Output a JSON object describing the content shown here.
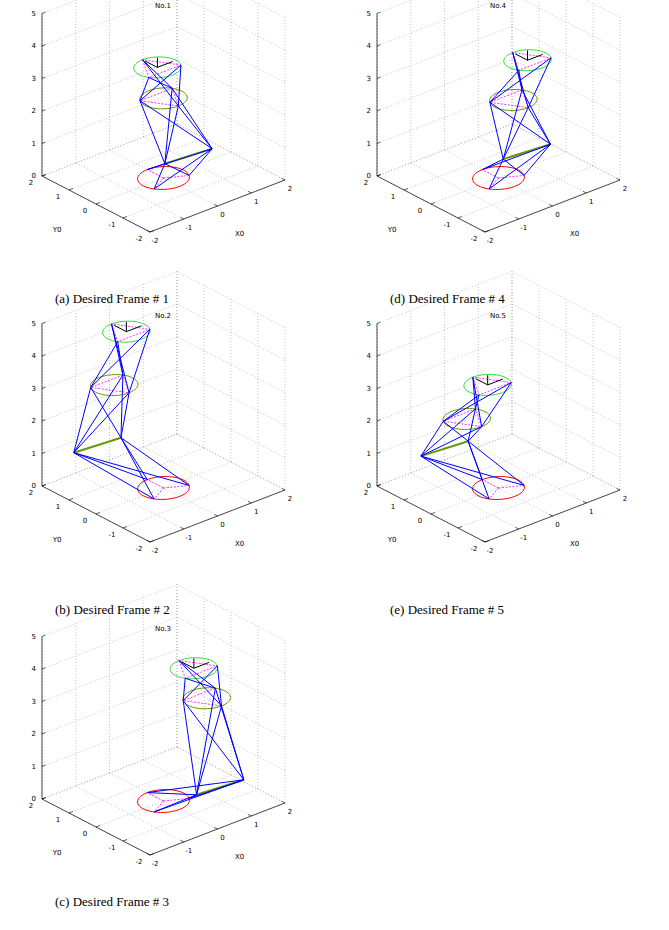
{
  "diagram": {
    "labels": [
      "No.1",
      "5",
      "4",
      "3",
      "2",
      "1",
      "0",
      "2",
      "1",
      "0",
      "-1",
      "-2",
      "Y0",
      "-2",
      "-1",
      "0",
      "1",
      "2",
      "X0",
      "(a) Desired Frame # 1",
      "No.4",
      "5",
      "4",
      "3",
      "2",
      "1",
      "0",
      "2",
      "1",
      "0",
      "-1",
      "-2",
      "Y0",
      "-2",
      "-1",
      "0",
      "1",
      "2",
      "X0",
      "(d) Desired Frame # 4",
      "No.2",
      "5",
      "4",
      "3",
      "2",
      "1",
      "0",
      "2",
      "1",
      "0",
      "-1",
      "-2",
      "Y0",
      "-2",
      "-1",
      "0",
      "1",
      "2",
      "X0",
      "(b) Desired Frame # 2",
      "No.5",
      "5",
      "4",
      "3",
      "2",
      "1",
      "0",
      "2",
      "1",
      "0",
      "-1",
      "-2",
      "Y0",
      "-2",
      "-1",
      "0",
      "1",
      "2",
      "X0",
      "(e) Desired Frame # 5",
      "No.3",
      "5",
      "4",
      "3",
      "2",
      "1",
      "0",
      "2",
      "1",
      "0",
      "-1",
      "-2",
      "Y0",
      "-2",
      "-1",
      "0",
      "1",
      "2",
      "X0",
      "(c) Desired Frame # 3"
    ]
  }
}
